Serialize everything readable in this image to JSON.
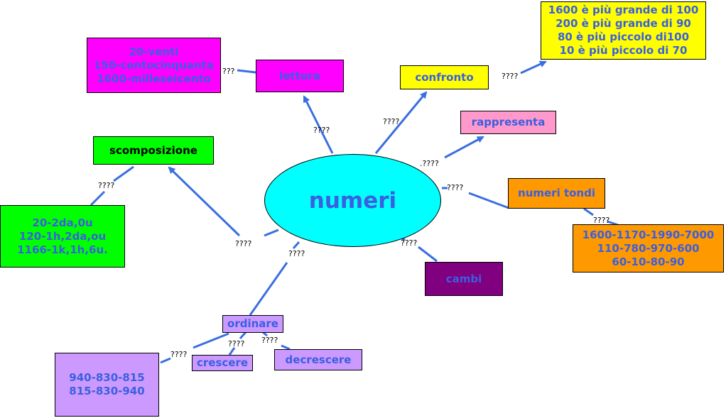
{
  "center": {
    "label": "numeri",
    "color": "#00ffff"
  },
  "nodes": {
    "lettura": {
      "label": "lettura",
      "color": "#ff00ff"
    },
    "lettura_examples": {
      "lines": [
        "20-venti",
        "150-centocinquanta",
        "1600-milleseicento"
      ],
      "color": "#ff00ff"
    },
    "confronto": {
      "label": "confronto",
      "color": "#ffff00"
    },
    "confronto_examples": {
      "lines": [
        "1600 è più grande di 100",
        "200 è più grande di 90",
        "80 è più piccolo di100",
        "10 è più piccolo di 70"
      ],
      "color": "#ffff00"
    },
    "rappresenta": {
      "label": "rappresenta",
      "color": "#ff99cc"
    },
    "scomposizione": {
      "label": "scomposizione",
      "color": "#00ff00"
    },
    "scomposizione_examples": {
      "lines": [
        "20-2da,0u",
        "120-1h,2da,ou",
        "1166-1k,1h,6u."
      ],
      "color": "#00ff00"
    },
    "numeri_tondi": {
      "label": "numeri tondi",
      "color": "#ff9900"
    },
    "numeri_tondi_examples": {
      "lines": [
        "1600-1170-1990-7000",
        "110-780-970-600",
        "60-10-80-90"
      ],
      "color": "#ff9900"
    },
    "cambi": {
      "label": "cambi",
      "color": "#800080"
    },
    "ordinare": {
      "label": "ordinare",
      "color": "#cc99ff"
    },
    "crescere": {
      "label": "crescere",
      "color": "#cc99ff"
    },
    "decrescere": {
      "label": "decrescere",
      "color": "#cc99ff"
    },
    "ordinare_examples": {
      "lines": [
        "940-830-815",
        "815-830-940"
      ],
      "color": "#cc99ff"
    }
  },
  "link_labels": {
    "lettura": "????",
    "lettura_examples": "???",
    "confronto": "????",
    "confronto_examples": "????",
    "rappresenta": ".????",
    "scomposizione": "????",
    "scomposizione_examples": "????",
    "numeri_tondi": "????",
    "numeri_tondi_examples": "????",
    "cambi": "????",
    "ordinare": "????",
    "crescere": "????",
    "decrescere": "????",
    "ordinare_examples": "????"
  },
  "colors": {
    "text_accent": "#3a5fe0",
    "arrow": "#3a6fe0"
  }
}
